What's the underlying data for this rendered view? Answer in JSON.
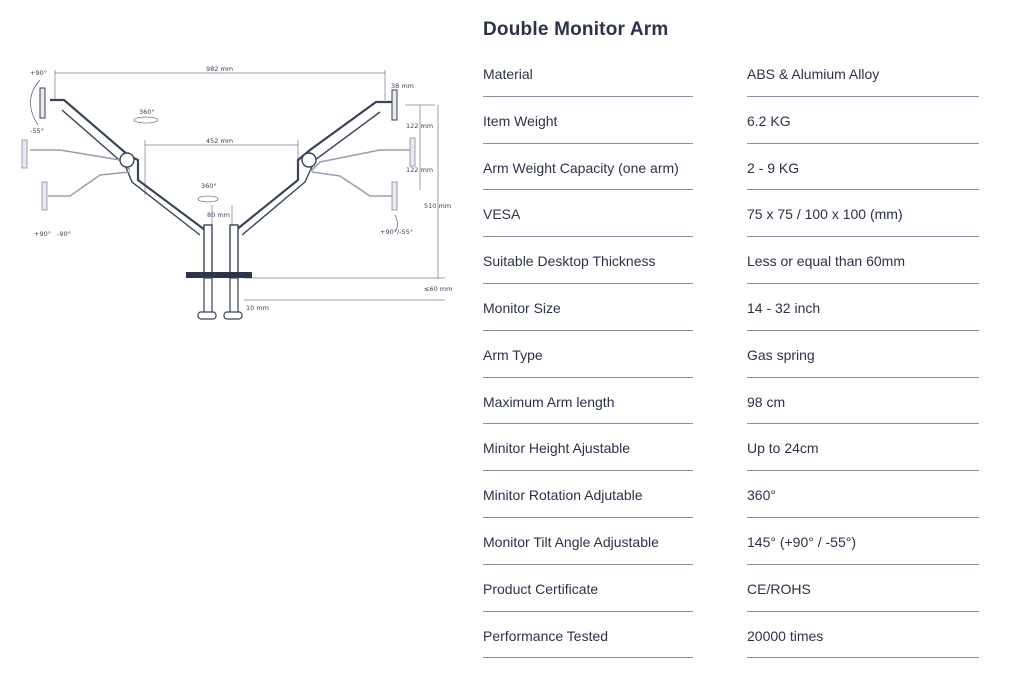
{
  "diagram": {
    "labels": {
      "tilt_up_left": "+90°",
      "tilt_down_left": "-55°",
      "width_total": "982 mm",
      "rotate_top": "360°",
      "width_inner": "452 mm",
      "rotate_mid": "360°",
      "pole_gap": "80 mm",
      "offset_top": "38 mm",
      "height_a": "122 mm",
      "height_b": "122 mm",
      "height_total": "510 mm",
      "tilt_right": "+90°/-55°",
      "swivel_pos": "+90°",
      "swivel_neg": "-90°",
      "desk_thickness": "≤60 mm",
      "clamp_gap": "10 mm"
    }
  },
  "spec": {
    "title": "Double Monitor Arm",
    "rows": [
      {
        "label": "Material",
        "value": "ABS & Alumium Alloy"
      },
      {
        "label": "Item Weight",
        "value": "6.2 KG"
      },
      {
        "label": "Arm Weight Capacity (one arm)",
        "value": "2 - 9 KG"
      },
      {
        "label": "VESA",
        "value": "75 x 75 / 100 x 100 (mm)"
      },
      {
        "label": "Suitable Desktop Thickness",
        "value": "Less or equal than 60mm"
      },
      {
        "label": "Monitor Size",
        "value": "14 - 32 inch"
      },
      {
        "label": "Arm Type",
        "value": "Gas spring"
      },
      {
        "label": "Maximum Arm length",
        "value": "98 cm"
      },
      {
        "label": "Minitor Height Ajustable",
        "value": "Up to 24cm"
      },
      {
        "label": "Minitor Rotation Adjutable",
        "value": "360°"
      },
      {
        "label": "Monitor Tilt Angle Adjustable",
        "value": "145° (+90° / -55°)"
      },
      {
        "label": "Product Certificate",
        "value": "CE/ROHS"
      },
      {
        "label": "Performance Tested",
        "value": "20000 times"
      }
    ]
  }
}
